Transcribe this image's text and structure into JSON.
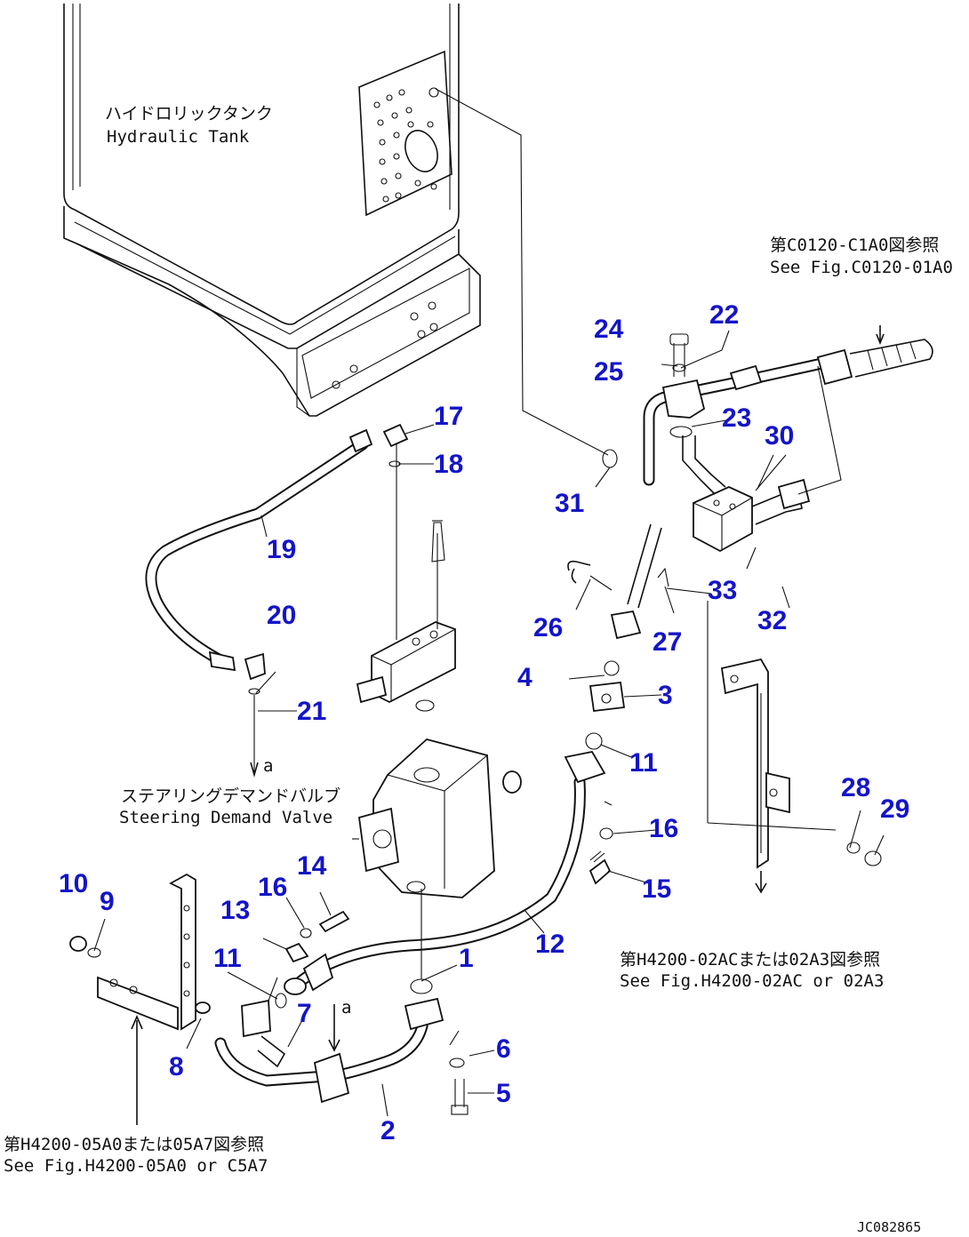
{
  "labels": {
    "tank_jp": "ハイドロリックタンク",
    "tank_en": "Hydraulic Tank",
    "valve_jp": "ステアリングデマンドバルブ",
    "valve_en": "Steering Demand Valve",
    "ref1_jp": "第C0120-C1A0図参照",
    "ref1_en": "See Fig.C0120-01A0",
    "ref2_jp": "第H4200-02ACまたは02A3図参照",
    "ref2_en": "See Fig.H4200-02AC or 02A3",
    "ref3_jp": "第H4200-05A0または05A7図参照",
    "ref3_en": "See Fig.H4200-05A0 or C5A7",
    "marker_a_top": "a",
    "marker_a_bottom": "a",
    "drawing_code": "JC082865"
  },
  "parts": {
    "p1": "1",
    "p2": "2",
    "p3": "3",
    "p4": "4",
    "p5": "5",
    "p6": "6",
    "p7": "7",
    "p8": "8",
    "p9": "9",
    "p10": "10",
    "p11a": "11",
    "p11b": "11",
    "p12": "12",
    "p13": "13",
    "p14": "14",
    "p15": "15",
    "p16a": "16",
    "p16b": "16",
    "p17": "17",
    "p18": "18",
    "p19": "19",
    "p20": "20",
    "p21": "21",
    "p22": "22",
    "p23": "23",
    "p24": "24",
    "p25": "25",
    "p26": "26",
    "p27": "27",
    "p28": "28",
    "p29": "29",
    "p30": "30",
    "p31": "31",
    "p32": "32",
    "p33": "33"
  }
}
